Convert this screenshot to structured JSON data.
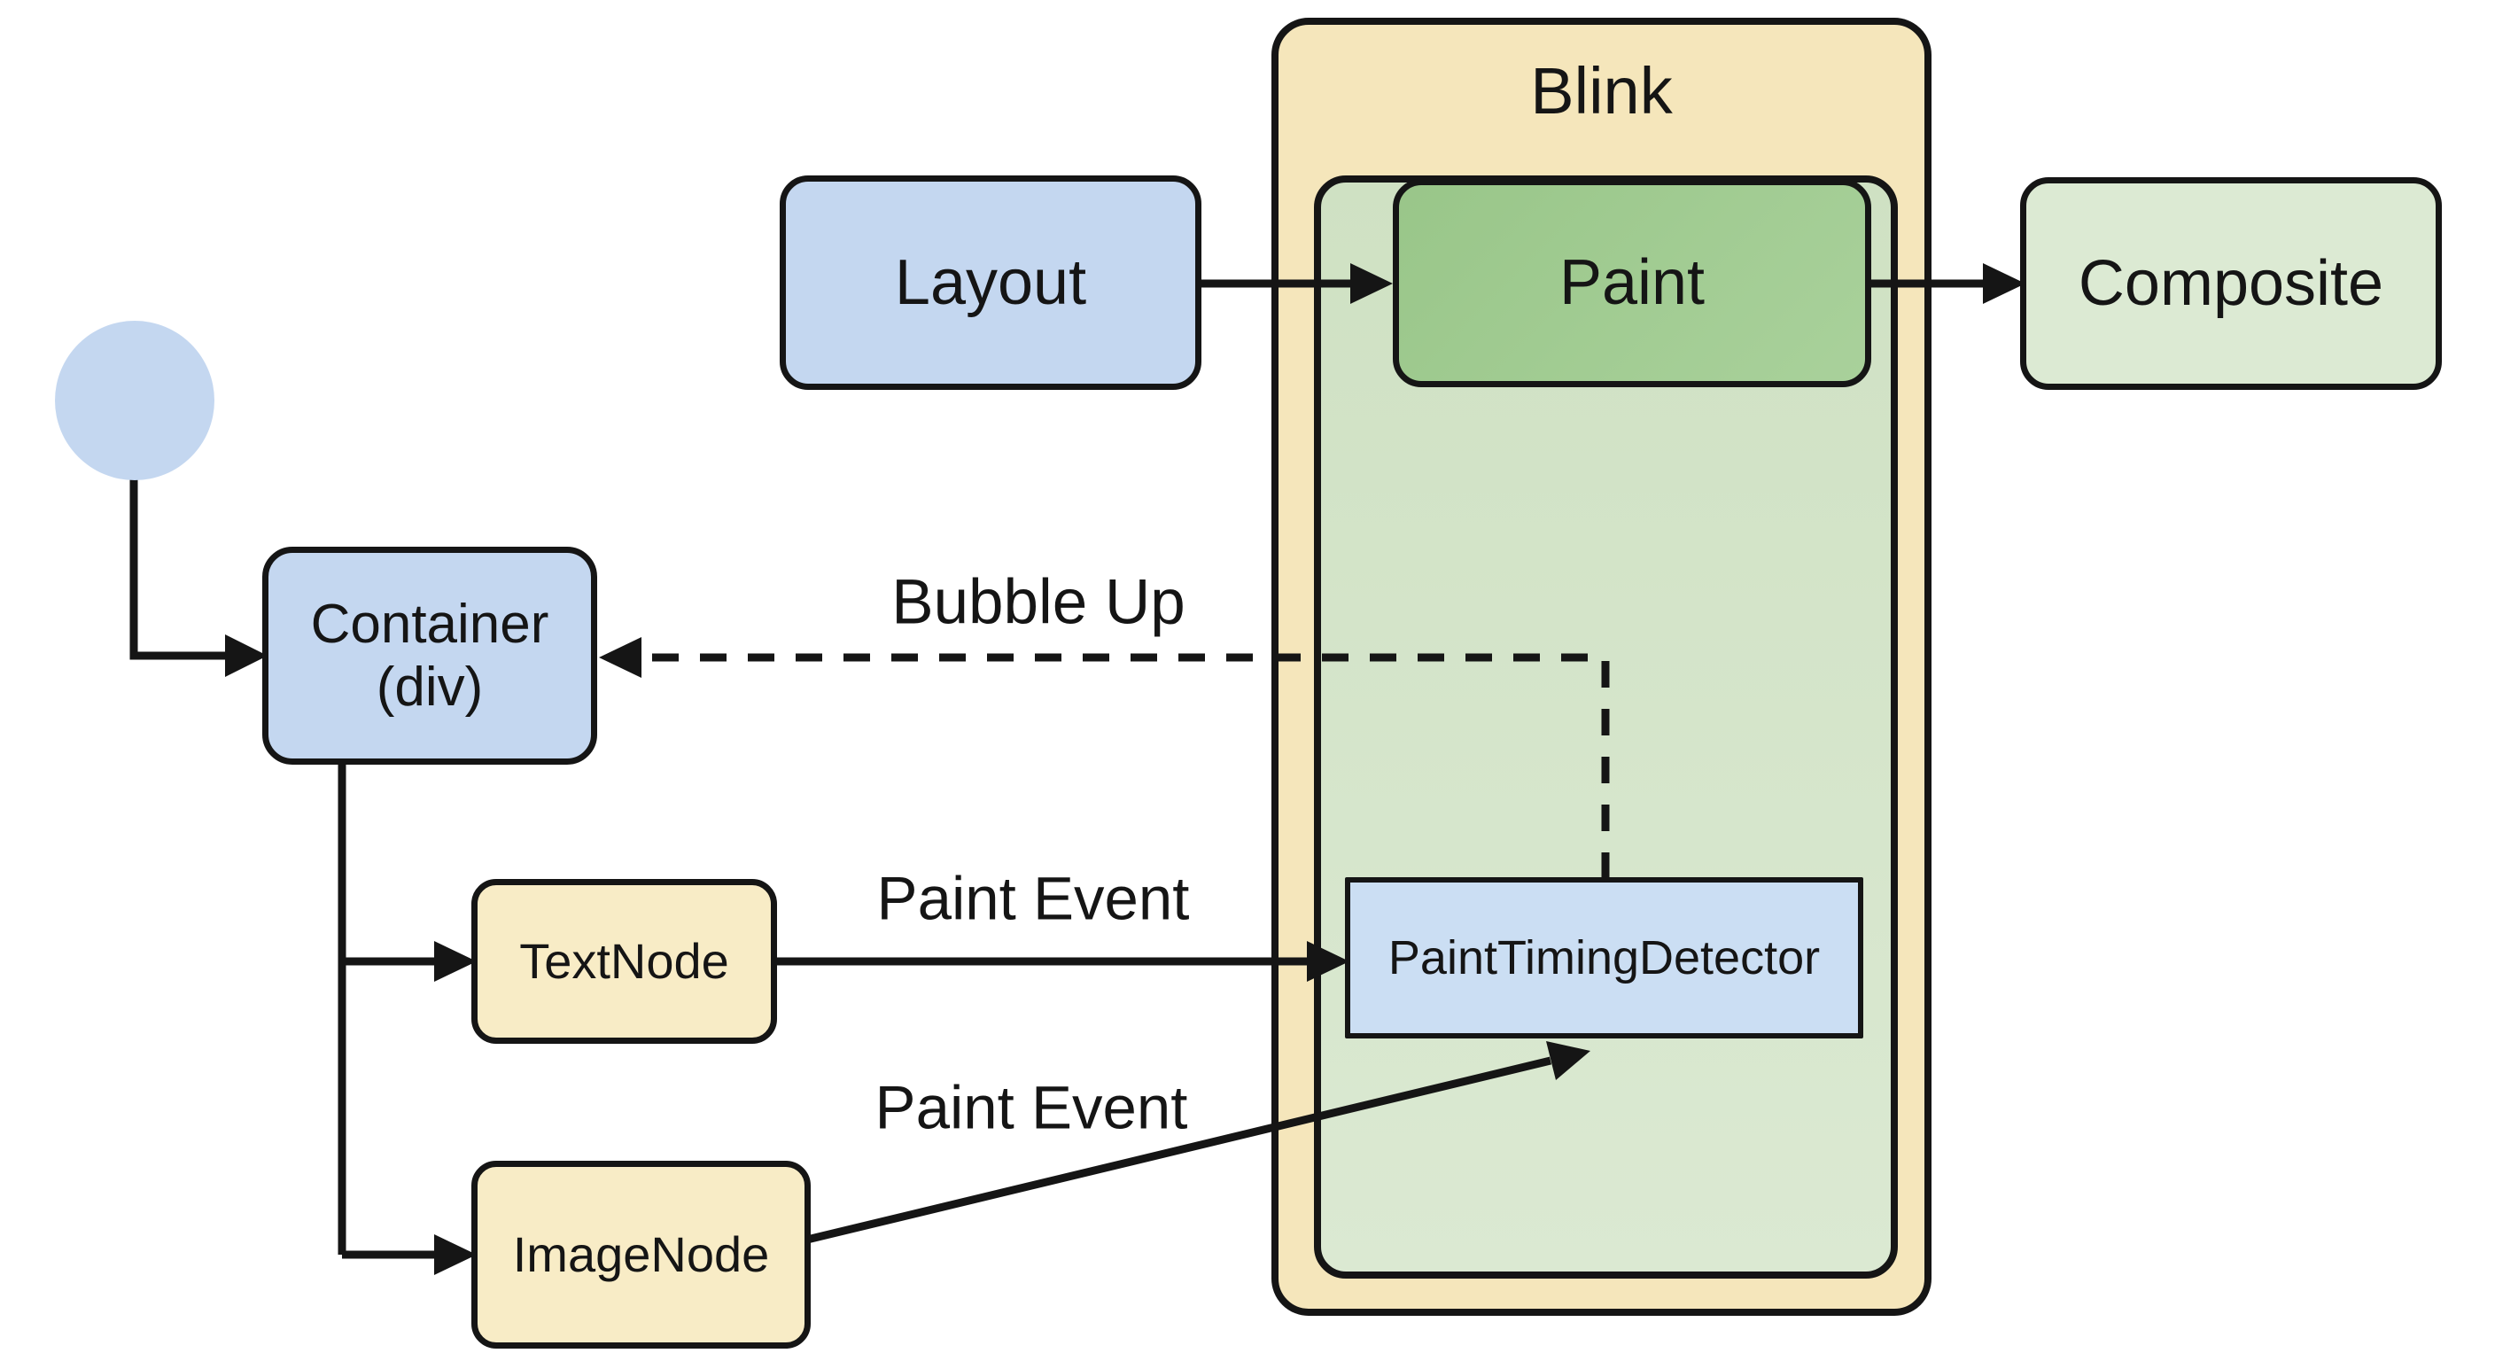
{
  "diagram": {
    "nodes": {
      "blink": {
        "label": "Blink"
      },
      "layout": {
        "label": "Layout"
      },
      "paint": {
        "label": "Paint"
      },
      "composite": {
        "label": "Composite"
      },
      "container": {
        "label_line1": "Container",
        "label_line2": "(div)"
      },
      "text_node": {
        "label": "TextNode"
      },
      "image_node": {
        "label": "ImageNode"
      },
      "paint_timing_detector": {
        "label": "PaintTimingDetector"
      }
    },
    "edge_labels": {
      "bubble_up": "Bubble Up",
      "paint_event_text": "Paint Event",
      "paint_event_image": "Paint Event"
    },
    "colors": {
      "background": "#ffffff",
      "ink": "#151515",
      "node_blue": "#c4d7f0",
      "node_cream": "#f8ecc6",
      "blink_bg": "#f5e6bb",
      "inner_panel_green": "#cfe1c3",
      "paint_green": "#99c689",
      "composite_green": "#dcead3",
      "detector_blue": "#cbdef3"
    }
  }
}
